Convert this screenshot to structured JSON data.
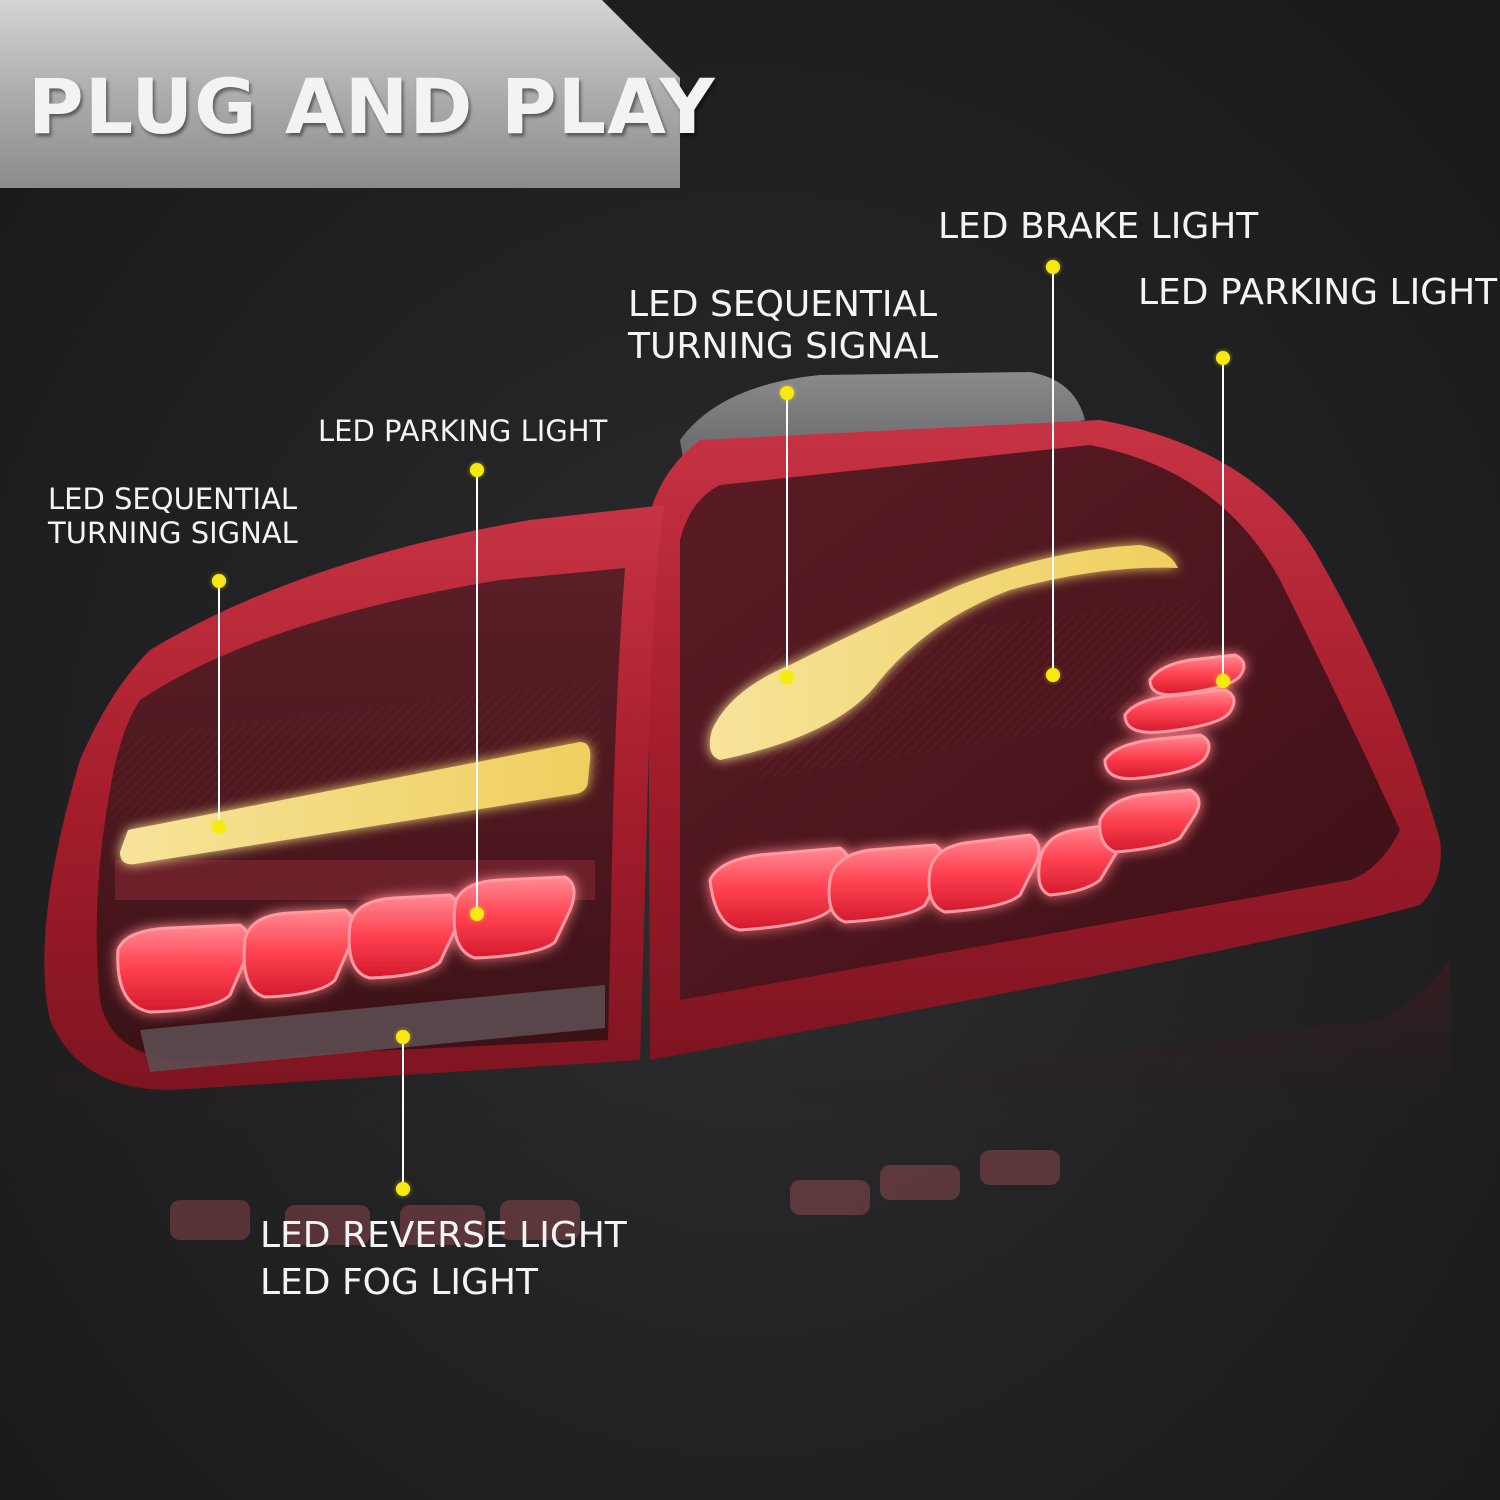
{
  "banner": {
    "title": "PLUG AND PLAY"
  },
  "callouts": {
    "left_turn": {
      "line1": "LED SEQUENTIAL",
      "line2": "TURNING SIGNAL"
    },
    "left_parking": {
      "text": "LED PARKING LIGHT"
    },
    "right_turn": {
      "line1": "LED SEQUENTIAL",
      "line2": "TURNING SIGNAL"
    },
    "brake": {
      "text": "LED BRAKE LIGHT"
    },
    "right_parking": {
      "text": "LED PARKING LIGHT"
    },
    "reverse_fog": {
      "line1": "LED REVERSE LIGHT",
      "line2": "LED FOG LIGHT"
    }
  },
  "colors": {
    "marker": "#f6ea12",
    "housing_red": "#8c1520",
    "led_red": "#ff4a55",
    "turn_amber": "#f2d46a"
  }
}
